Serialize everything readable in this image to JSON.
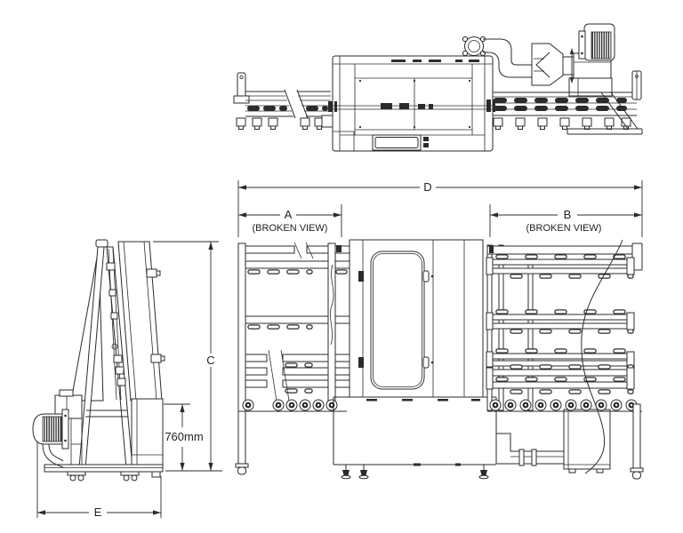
{
  "colors": {
    "paper": "#ffffff",
    "ink": "#2b2b2b"
  },
  "dimensions": {
    "d": {
      "label": "D",
      "orientation": "horizontal"
    },
    "a": {
      "label": "A",
      "note": "(BROKEN VIEW)",
      "orientation": "horizontal"
    },
    "b": {
      "label": "B",
      "note": "(BROKEN VIEW)",
      "orientation": "horizontal"
    },
    "c": {
      "label": "C",
      "orientation": "vertical"
    },
    "height": {
      "label": "760mm",
      "orientation": "vertical"
    },
    "e": {
      "label": "E",
      "orientation": "horizontal"
    }
  }
}
